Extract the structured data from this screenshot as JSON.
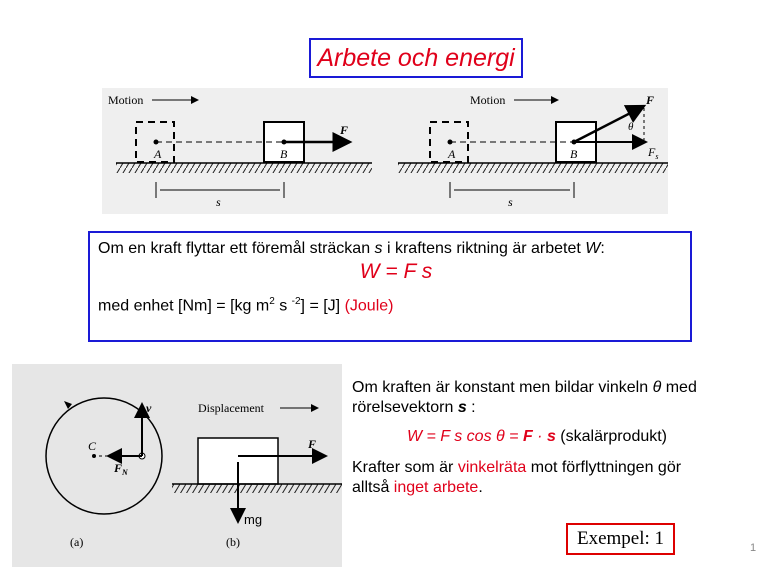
{
  "title": "Arbete och energi",
  "fig_top": {
    "left": {
      "motion": "Motion",
      "point_a": "A",
      "point_b": "B",
      "force": "F",
      "distance": "s"
    },
    "right": {
      "motion": "Motion",
      "point_a": "A",
      "point_b": "B",
      "force": "F",
      "angle": "θ",
      "component": "F",
      "component_sub": "s",
      "distance": "s"
    }
  },
  "definition": {
    "line1_pre": "Om en kraft flyttar ett föremål sträckan ",
    "line1_s": "s",
    "line1_mid": " i kraftens riktning är arbetet ",
    "line1_w": "W",
    "line1_end": ":",
    "formula": "W = F s",
    "unit_pre": "med enhet [Nm] = [kg m",
    "unit_sup1": "2",
    "unit_mid": " s ",
    "unit_sup2": "-2",
    "unit_post": "] = [J] ",
    "unit_joule": "(Joule)"
  },
  "fig_bottom": {
    "v": "v",
    "c": "C",
    "fn": "F",
    "fn_sub": "N",
    "a": "(a)",
    "displacement": "Displacement",
    "f": "F",
    "mg": "mg",
    "b": "(b)"
  },
  "angle_text": {
    "p1": "Om kraften är konstant men bildar vinkeln ",
    "theta": "θ",
    "p2": " med rörelsevektorn ",
    "s": "s",
    "p3": " :",
    "formula_main": "W = F s cos ",
    "formula_theta": "θ",
    "formula_eq": " = ",
    "formula_f": "F",
    "formula_dot": " · ",
    "formula_s": "s",
    "formula_note": " (skalärprodukt)"
  },
  "perp": {
    "p1": "Krafter som är ",
    "red1": "vinkelräta",
    "p2": " mot förflyttningen gör alltså ",
    "red2": "inget arbete",
    "p3": "."
  },
  "example": "Exempel: 1",
  "page_number": "1"
}
